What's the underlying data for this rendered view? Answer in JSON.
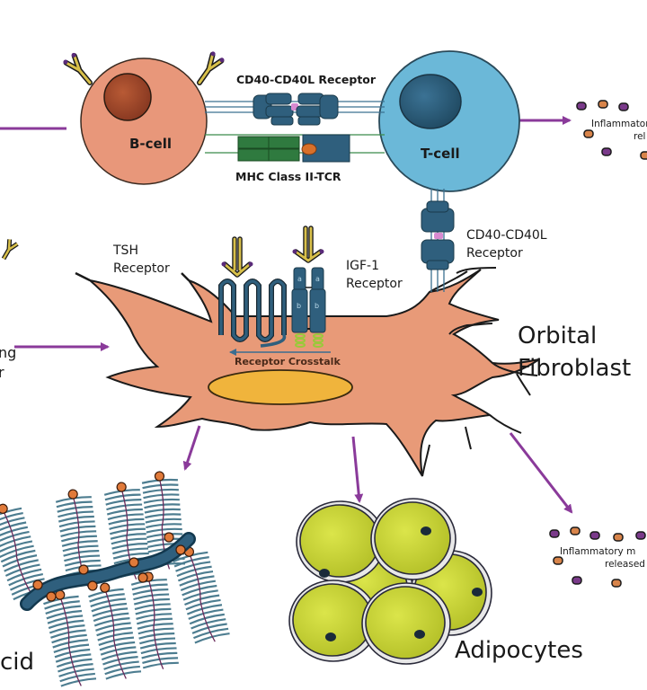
{
  "diagram": {
    "subject": "Orbital fibroblast activation pathway",
    "cells": {
      "b_cell": "B-cell",
      "t_cell": "T-cell",
      "orbital_fibroblast_line1": "Orbital",
      "orbital_fibroblast_line2": "Fibroblast"
    },
    "receptors": {
      "cd40_top": "CD40-CD40L Receptor",
      "mhc_tcr": "MHC Class II-TCR",
      "cd40_side_line1": "CD40-CD40L",
      "cd40_side_line2": "Receptor",
      "tsh_line1": "TSH",
      "tsh_line2": "Receptor",
      "igf1_line1": "IGF-1",
      "igf1_line2": "Receptor",
      "crosstalk": "Receptor Crosstalk",
      "igf1_subunit_a": "a",
      "igf1_subunit_b": "b"
    },
    "outputs": {
      "inflammatory_top_line1": "Inflammatory",
      "inflammatory_top_line2": "rel",
      "inflammatory_bottom_line1": "Inflammatory m",
      "inflammatory_bottom_line2": "released",
      "hyaluronic_partial": "cid",
      "adipocytes": "Adipocytes"
    },
    "cropped_left_labels": {
      "line1": "ng",
      "line2": "r"
    },
    "colors": {
      "b_cell": "#e8977a",
      "b_cell_nucleus": "#a0452a",
      "t_cell": "#6bb8d8",
      "t_cell_nucleus": "#2a5d7a",
      "fibroblast": "#e89a78",
      "fibroblast_nucleus": "#f0b43c",
      "receptor_blue": "#2f5f7d",
      "mhc_green": "#2f7a3f",
      "antibody_yellow": "#d8c04a",
      "arrow_purple": "#8a3a9a",
      "mediator_purple": "#7a3a8a",
      "mediator_orange": "#d8844a",
      "adipocyte_yellow": "#ccd838",
      "glycan_blue": "#4d7d90",
      "node_orange": "#e07a3a"
    }
  }
}
